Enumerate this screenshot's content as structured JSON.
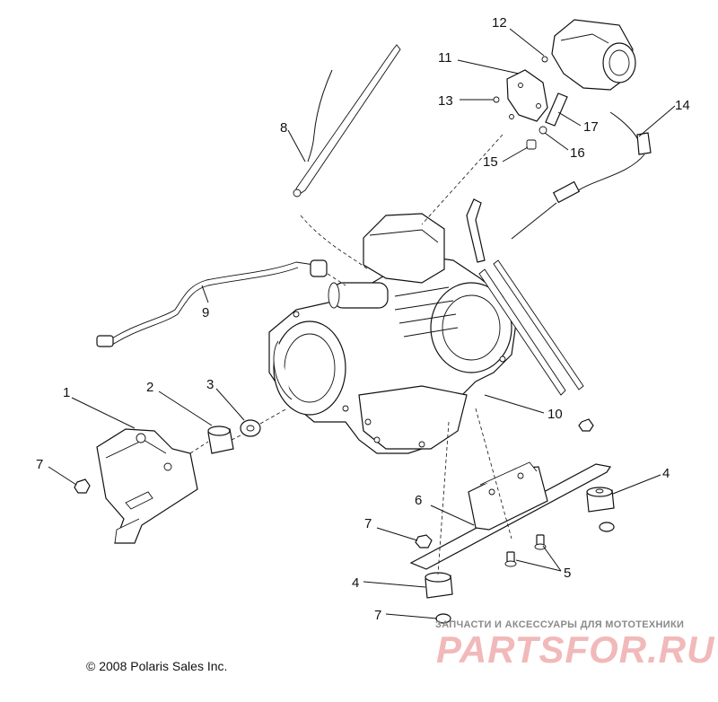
{
  "callouts": {
    "c1": "1",
    "c2": "2",
    "c3": "3",
    "c4a": "4",
    "c4b": "4",
    "c5": "5",
    "c6": "6",
    "c7a": "7",
    "c7b": "7",
    "c7c": "7",
    "c8": "8",
    "c9": "9",
    "c10": "10",
    "c11": "11",
    "c12": "12",
    "c13": "13",
    "c14": "14",
    "c15": "15",
    "c16": "16",
    "c17": "17"
  },
  "copyright": "© 2008 Polaris Sales Inc.",
  "watermark": {
    "tagline": "ЗАПЧАСТИ И АКСЕССУАРЫ ДЛЯ МОТОТЕХНИКИ",
    "site": "PARTSFOR.RU",
    "color": "#e05a5a"
  }
}
